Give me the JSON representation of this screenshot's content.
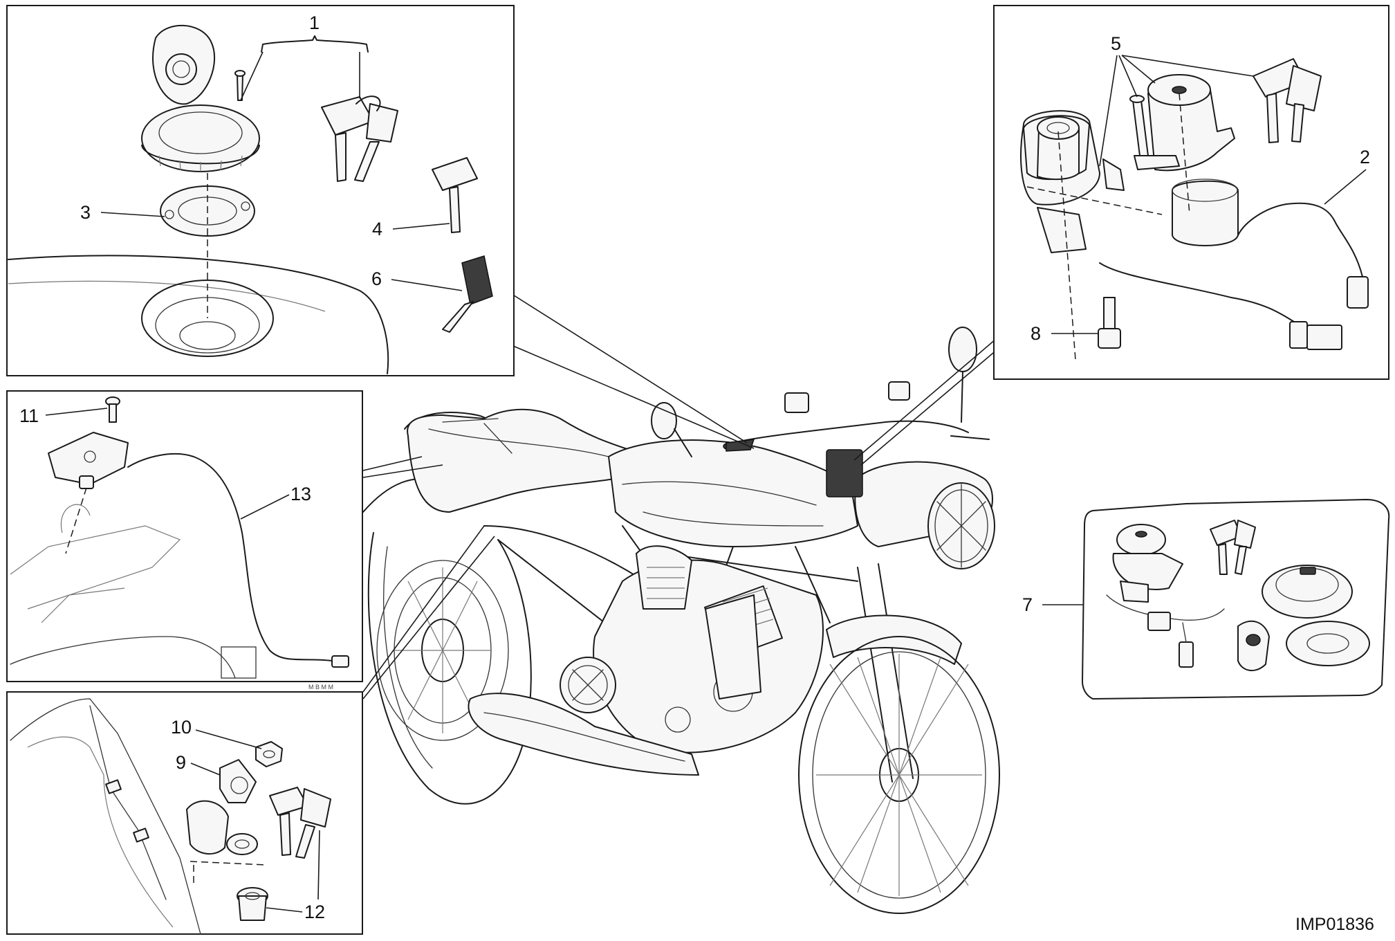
{
  "image_code": "IMP01836",
  "small_print": "M  B M M",
  "callouts": {
    "c1": "1",
    "c2": "2",
    "c3": "3",
    "c4": "4",
    "c5": "5",
    "c6": "6",
    "c7": "7",
    "c8": "8",
    "c9": "9",
    "c10": "10",
    "c11": "11",
    "c12": "12",
    "c13": "13"
  }
}
